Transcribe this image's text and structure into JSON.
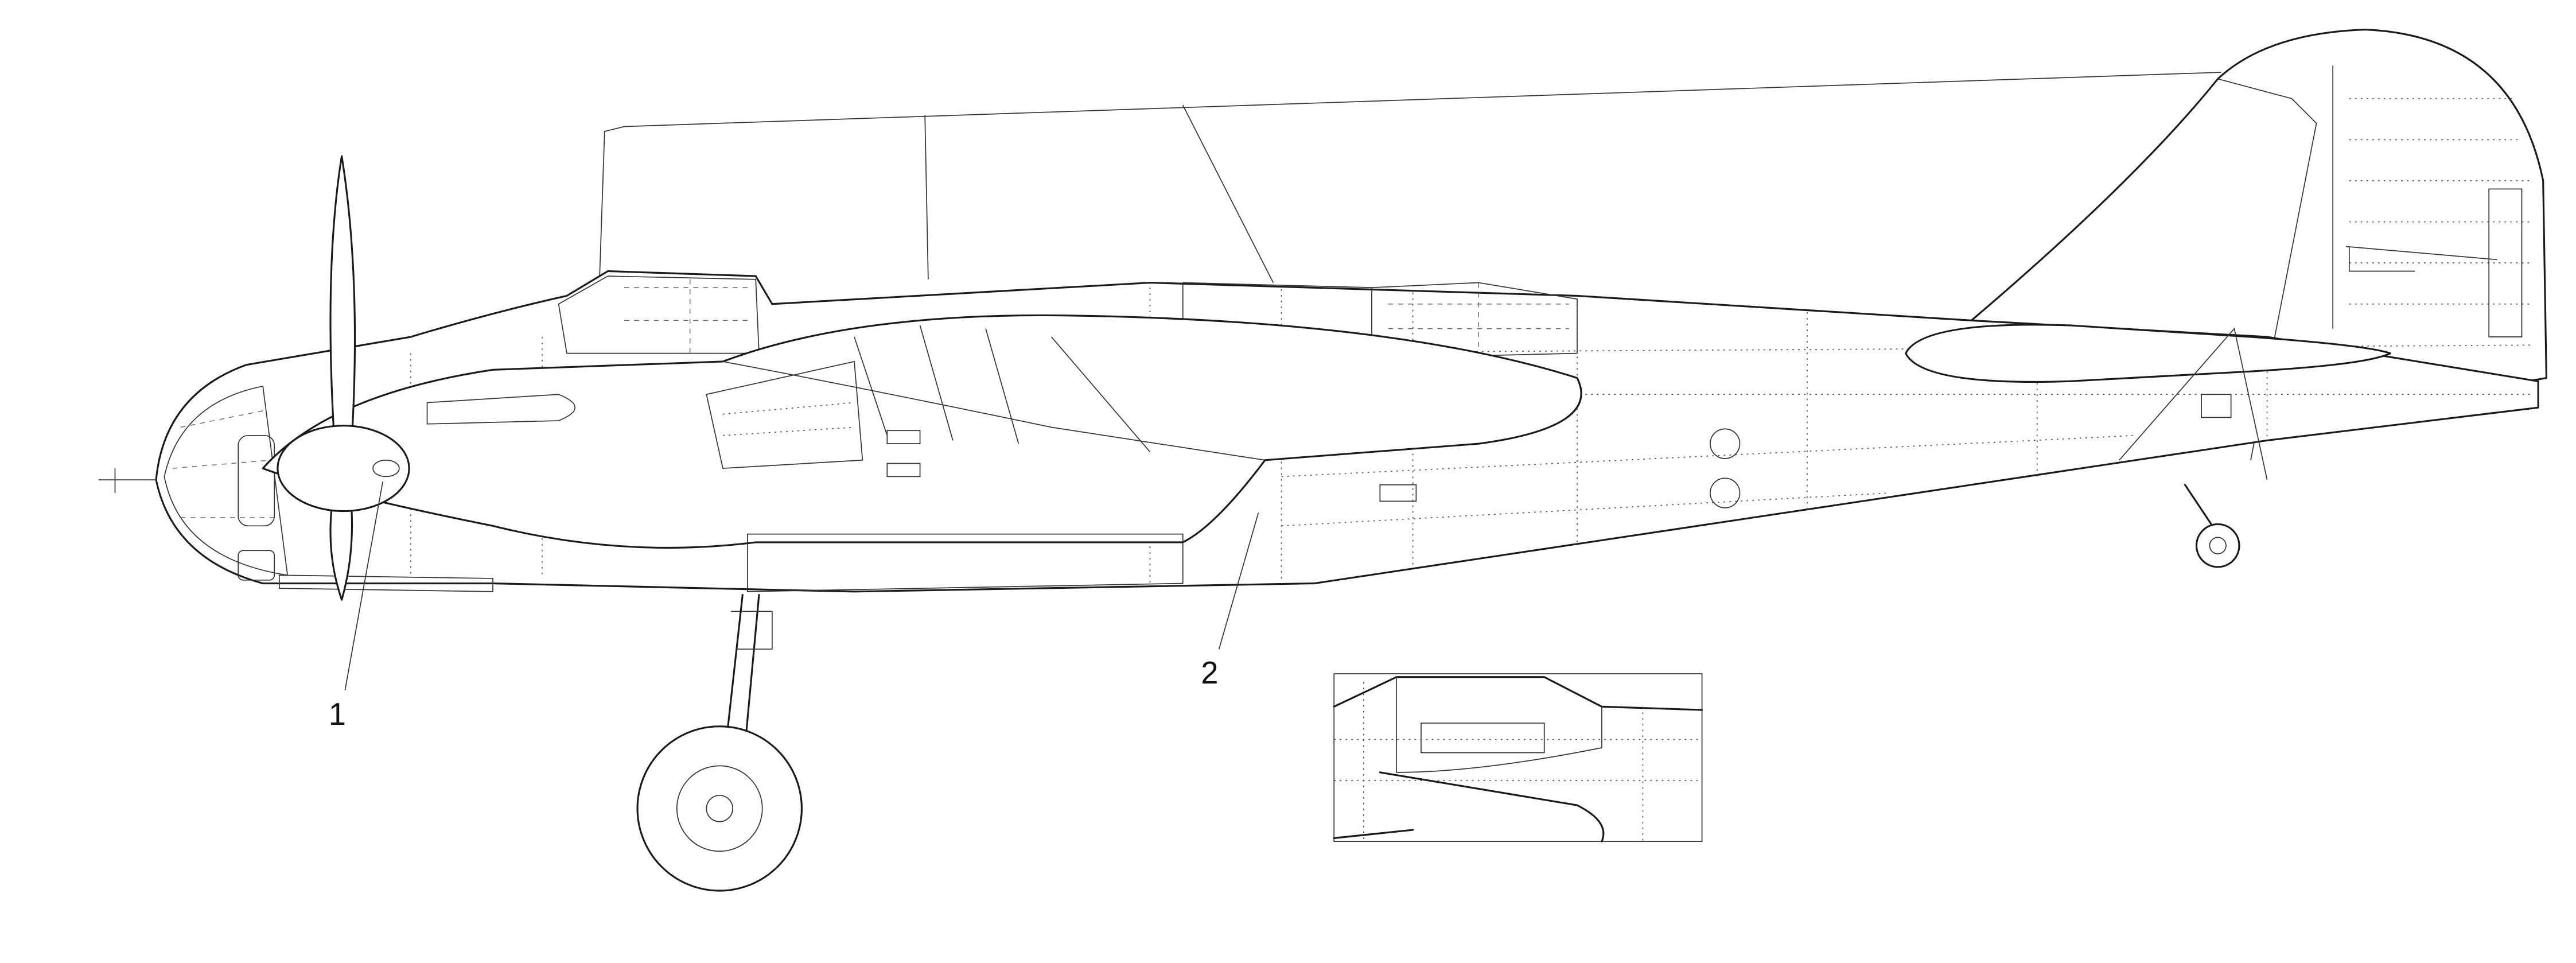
{
  "drawing": {
    "callouts": [
      {
        "id": "1",
        "text": "1"
      },
      {
        "id": "2",
        "text": "2"
      }
    ],
    "colors": {
      "line": "#1a1a1a",
      "background": "#ffffff"
    }
  }
}
